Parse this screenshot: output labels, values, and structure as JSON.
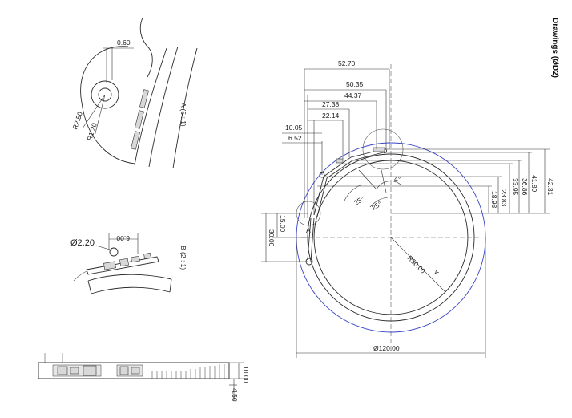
{
  "sheet": {
    "title": "Drawings (ØD2)"
  },
  "detail_a": {
    "label": "A (5 : 1)",
    "dim_width": "0.60",
    "radius_outer": "R2.50",
    "radius_inner": "R1.20"
  },
  "detail_b": {
    "label": "B (2 : 1)",
    "dia_hole": "Ø2.20",
    "dim_width": "6.00"
  },
  "main_view": {
    "top_dims": [
      "52.70",
      "50.35",
      "44.37",
      "27.38",
      "22.14",
      "10.05",
      "6.52"
    ],
    "right_dims": [
      "42.31",
      "41.89",
      "36.86",
      "33.95",
      "23.83",
      "18.98"
    ],
    "left_dims": [
      "15.00",
      "30.00"
    ],
    "angles": [
      "4°",
      "25°",
      "25°"
    ],
    "radius": "R50.00",
    "diameter": "Ø120.00",
    "marker_a": "A",
    "marker_y": "Y"
  },
  "side_view": {
    "dim_height": "10.00",
    "dim_thickness": "4.50"
  }
}
